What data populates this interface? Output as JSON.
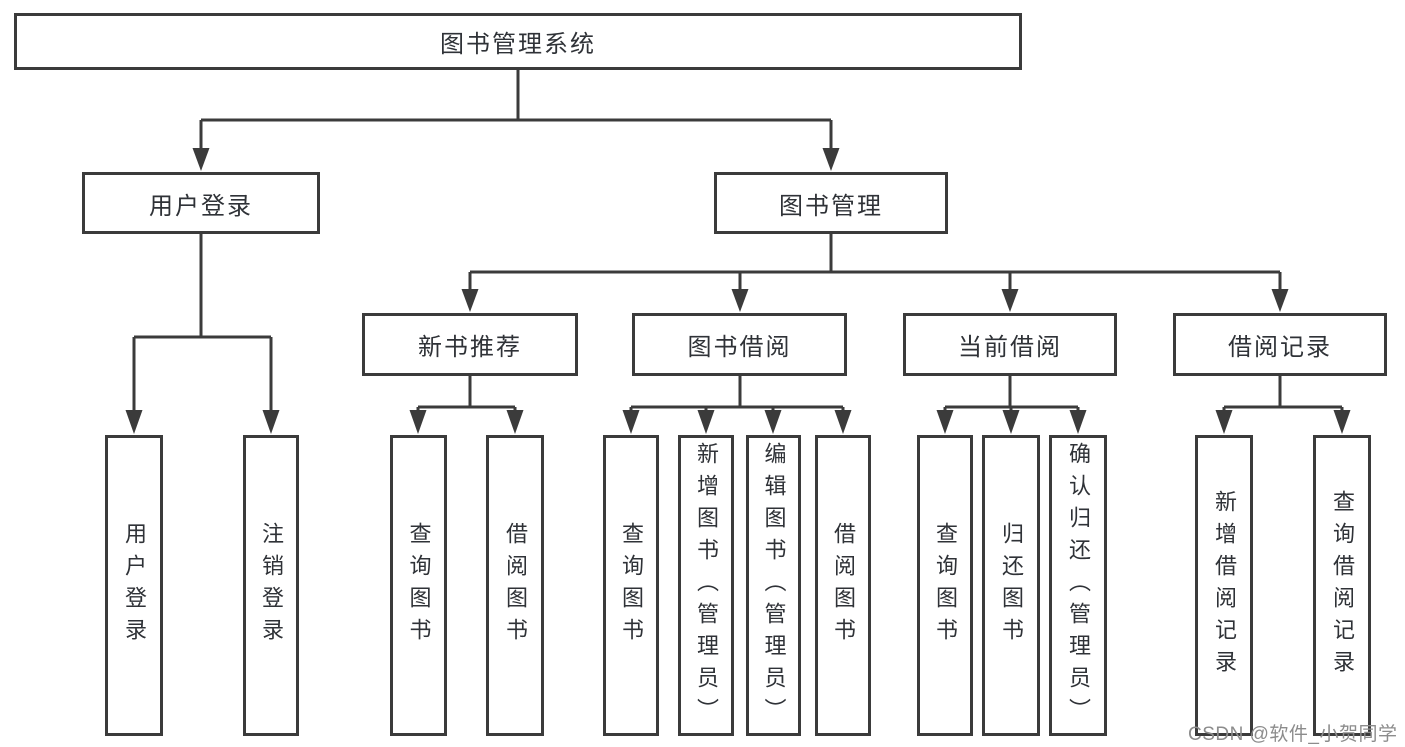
{
  "watermark": "CSDN @软件_小贺同学",
  "colors": {
    "line": "#3b3b3b",
    "box_border": "#3b3b3b",
    "text": "#2f3237",
    "watermark_text": "#8c8c8c",
    "background": "#ffffff"
  },
  "tree": {
    "label": "图书管理系统",
    "children": [
      {
        "label": "用户登录",
        "children": [
          {
            "label": "用户登录"
          },
          {
            "label": "注销登录"
          }
        ]
      },
      {
        "label": "图书管理",
        "children": [
          {
            "label": "新书推荐",
            "children": [
              {
                "label": "查询图书"
              },
              {
                "label": "借阅图书"
              }
            ]
          },
          {
            "label": "图书借阅",
            "children": [
              {
                "label": "查询图书"
              },
              {
                "label": "新增图书（管理员）"
              },
              {
                "label": "编辑图书（管理员）"
              },
              {
                "label": "借阅图书"
              }
            ]
          },
          {
            "label": "当前借阅",
            "children": [
              {
                "label": "查询图书"
              },
              {
                "label": "归还图书"
              },
              {
                "label": "确认归还（管理员）"
              }
            ]
          },
          {
            "label": "借阅记录",
            "children": [
              {
                "label": "新增借阅记录"
              },
              {
                "label": "查询借阅记录"
              }
            ]
          }
        ]
      }
    ]
  }
}
